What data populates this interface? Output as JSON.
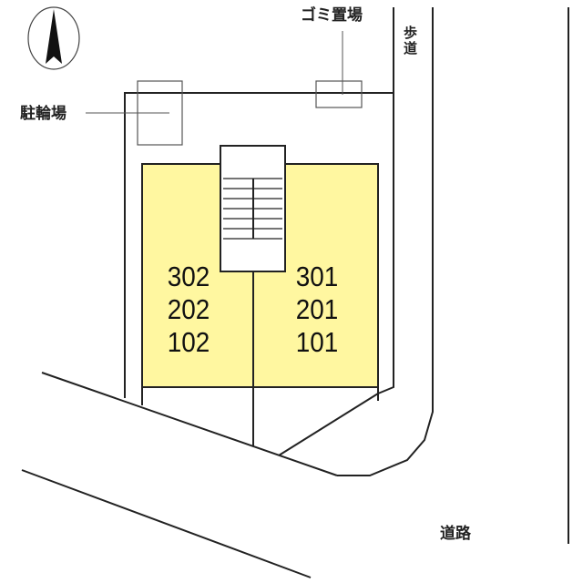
{
  "labels": {
    "garbage": "ゴミ置場",
    "sidewalk": "歩道",
    "bicycle_parking": "駐輪場",
    "road": "道路"
  },
  "units": {
    "left": [
      "302",
      "202",
      "102"
    ],
    "right": [
      "301",
      "201",
      "101"
    ]
  },
  "colors": {
    "unit_fill": "#fff7a0",
    "line": "#222222"
  },
  "icons": {
    "north": "north-arrow-icon"
  }
}
